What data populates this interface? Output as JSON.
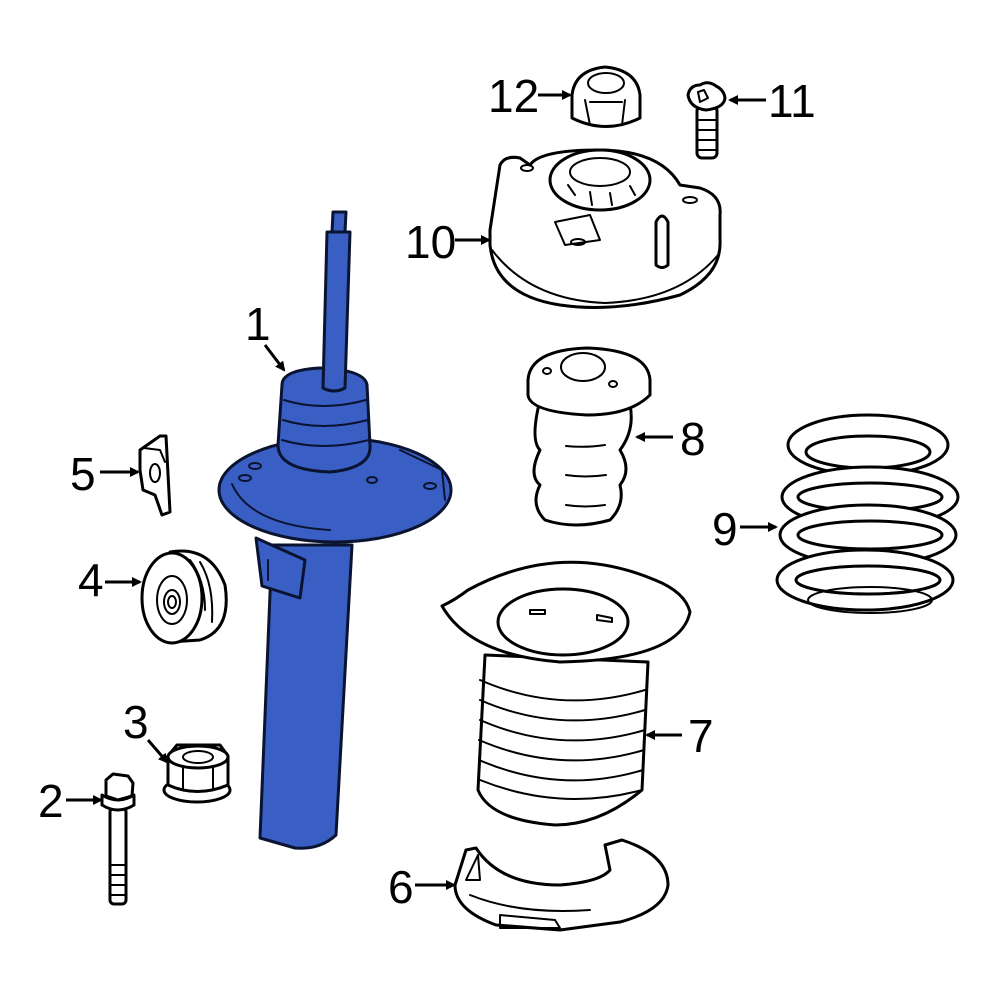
{
  "diagram": {
    "type": "exploded-parts-diagram",
    "subject": "Front strut assembly",
    "highlight_color": "#3a5fc4",
    "highlighted_part": "1",
    "callouts": [
      {
        "number": "1",
        "part": "strut"
      },
      {
        "number": "2",
        "part": "bolt"
      },
      {
        "number": "3",
        "part": "nut"
      },
      {
        "number": "4",
        "part": "bushing"
      },
      {
        "number": "5",
        "part": "bracket"
      },
      {
        "number": "6",
        "part": "spring-seat-lower"
      },
      {
        "number": "7",
        "part": "dust-boot-and-upper-seat"
      },
      {
        "number": "8",
        "part": "bump-stop"
      },
      {
        "number": "9",
        "part": "coil-spring"
      },
      {
        "number": "10",
        "part": "strut-mount"
      },
      {
        "number": "11",
        "part": "mount-bolt"
      },
      {
        "number": "12",
        "part": "mount-nut"
      }
    ]
  }
}
